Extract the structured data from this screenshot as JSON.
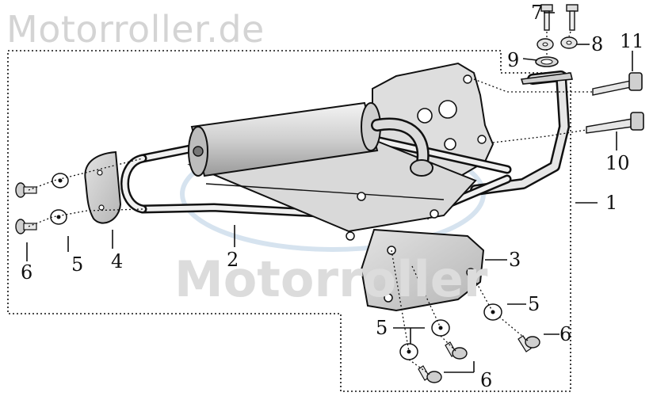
{
  "watermark": {
    "top": "Motorroller.de",
    "middle": "Motorroller"
  },
  "callouts": [
    {
      "id": "c1",
      "label": "1"
    },
    {
      "id": "c2",
      "label": "2"
    },
    {
      "id": "c3",
      "label": "3"
    },
    {
      "id": "c4",
      "label": "4"
    },
    {
      "id": "c5a",
      "label": "5"
    },
    {
      "id": "c5b",
      "label": "5"
    },
    {
      "id": "c5c",
      "label": "5"
    },
    {
      "id": "c6a",
      "label": "6"
    },
    {
      "id": "c6b",
      "label": "6"
    },
    {
      "id": "c6c",
      "label": "6"
    },
    {
      "id": "c7",
      "label": "7"
    },
    {
      "id": "c8",
      "label": "8"
    },
    {
      "id": "c9",
      "label": "9"
    },
    {
      "id": "c10",
      "label": "10"
    },
    {
      "id": "c11",
      "label": "11"
    }
  ],
  "colors": {
    "line": "#111111",
    "part_fill": "#e8e8e8",
    "watermark": "#d4d4d4",
    "watermark_logo": "#c9d9e8"
  }
}
